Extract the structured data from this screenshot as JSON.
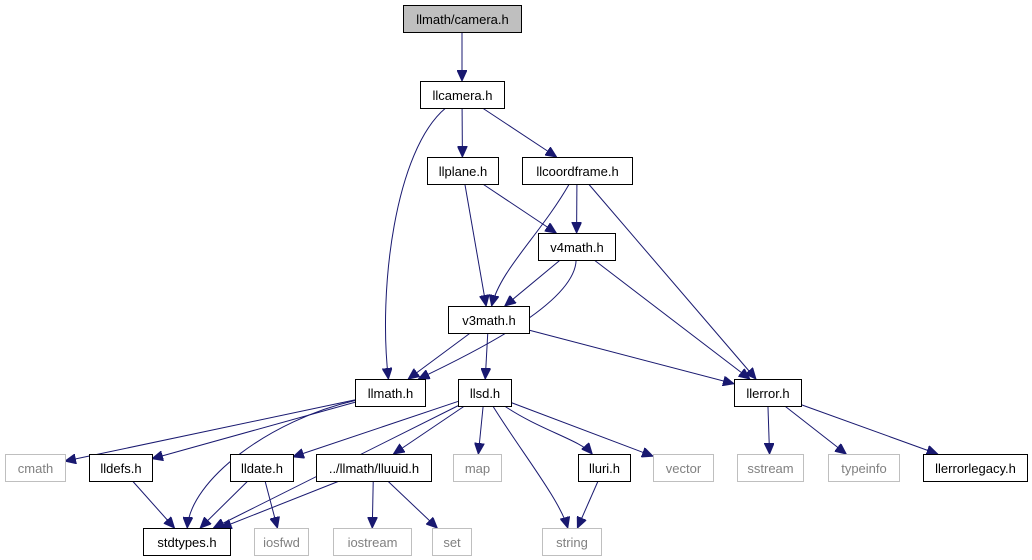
{
  "colors": {
    "edge": "#191970",
    "border_dark": "#000000",
    "border_light": "#bfbfbf",
    "text_dark": "#000000",
    "text_light": "#808080",
    "root_fill": "#bfbfbf",
    "node_fill": "#ffffff"
  },
  "nodes": [
    {
      "id": "root",
      "label": "llmath/camera.h",
      "style": "root"
    },
    {
      "id": "llcamera",
      "label": "llcamera.h",
      "style": "normal"
    },
    {
      "id": "llplane",
      "label": "llplane.h",
      "style": "normal"
    },
    {
      "id": "llcoordframe",
      "label": "llcoordframe.h",
      "style": "normal"
    },
    {
      "id": "v4math",
      "label": "v4math.h",
      "style": "normal"
    },
    {
      "id": "v3math",
      "label": "v3math.h",
      "style": "normal"
    },
    {
      "id": "llmath",
      "label": "llmath.h",
      "style": "normal"
    },
    {
      "id": "llsd",
      "label": "llsd.h",
      "style": "normal"
    },
    {
      "id": "llerror",
      "label": "llerror.h",
      "style": "normal"
    },
    {
      "id": "cmath",
      "label": "cmath",
      "style": "external"
    },
    {
      "id": "lldefs",
      "label": "lldefs.h",
      "style": "normal"
    },
    {
      "id": "lldate",
      "label": "lldate.h",
      "style": "normal"
    },
    {
      "id": "lluuid",
      "label": "../llmath/lluuid.h",
      "style": "normal"
    },
    {
      "id": "map",
      "label": "map",
      "style": "external"
    },
    {
      "id": "lluri",
      "label": "lluri.h",
      "style": "normal"
    },
    {
      "id": "vector",
      "label": "vector",
      "style": "external"
    },
    {
      "id": "sstream",
      "label": "sstream",
      "style": "external"
    },
    {
      "id": "typeinfo",
      "label": "typeinfo",
      "style": "external"
    },
    {
      "id": "llerrorlegacy",
      "label": "llerrorlegacy.h",
      "style": "normal"
    },
    {
      "id": "stdtypes",
      "label": "stdtypes.h",
      "style": "normal"
    },
    {
      "id": "iosfwd",
      "label": "iosfwd",
      "style": "external"
    },
    {
      "id": "iostream",
      "label": "iostream",
      "style": "external"
    },
    {
      "id": "set",
      "label": "set",
      "style": "external"
    },
    {
      "id": "string",
      "label": "string",
      "style": "external"
    }
  ],
  "edges": [
    {
      "from": "root",
      "to": "llcamera"
    },
    {
      "from": "llcamera",
      "to": "llplane"
    },
    {
      "from": "llcamera",
      "to": "llcoordframe"
    },
    {
      "from": "llcamera",
      "to": "llmath"
    },
    {
      "from": "llplane",
      "to": "v4math"
    },
    {
      "from": "llplane",
      "to": "v3math"
    },
    {
      "from": "llcoordframe",
      "to": "v4math"
    },
    {
      "from": "llcoordframe",
      "to": "v3math"
    },
    {
      "from": "llcoordframe",
      "to": "llerror"
    },
    {
      "from": "v4math",
      "to": "v3math"
    },
    {
      "from": "v4math",
      "to": "llmath"
    },
    {
      "from": "v4math",
      "to": "llerror"
    },
    {
      "from": "v3math",
      "to": "llmath"
    },
    {
      "from": "v3math",
      "to": "llsd"
    },
    {
      "from": "v3math",
      "to": "llerror"
    },
    {
      "from": "llmath",
      "to": "cmath"
    },
    {
      "from": "llmath",
      "to": "lldefs"
    },
    {
      "from": "llmath",
      "to": "stdtypes"
    },
    {
      "from": "llsd",
      "to": "lldate"
    },
    {
      "from": "llsd",
      "to": "lluuid"
    },
    {
      "from": "llsd",
      "to": "map"
    },
    {
      "from": "llsd",
      "to": "lluri"
    },
    {
      "from": "llsd",
      "to": "vector"
    },
    {
      "from": "llsd",
      "to": "string"
    },
    {
      "from": "llsd",
      "to": "stdtypes"
    },
    {
      "from": "llerror",
      "to": "sstream"
    },
    {
      "from": "llerror",
      "to": "typeinfo"
    },
    {
      "from": "llerror",
      "to": "llerrorlegacy"
    },
    {
      "from": "lldefs",
      "to": "stdtypes"
    },
    {
      "from": "lldate",
      "to": "stdtypes"
    },
    {
      "from": "lldate",
      "to": "iosfwd"
    },
    {
      "from": "lluuid",
      "to": "stdtypes"
    },
    {
      "from": "lluuid",
      "to": "iostream"
    },
    {
      "from": "lluuid",
      "to": "set"
    },
    {
      "from": "lluri",
      "to": "string"
    }
  ]
}
